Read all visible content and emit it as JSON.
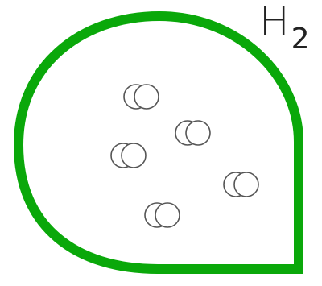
{
  "formula": {
    "element": "H",
    "subscript": "2"
  },
  "container": {
    "shape": "teardrop",
    "stroke_color": "#0aa80a",
    "fill_color": "#ffffff"
  },
  "molecules": {
    "count": 5,
    "type": "diatomic",
    "stroke_color": "#555555",
    "fill_color": "#ffffff"
  }
}
